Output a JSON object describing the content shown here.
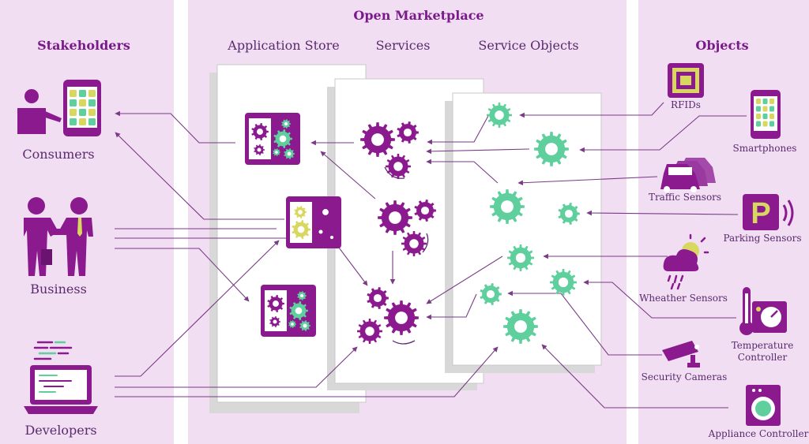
{
  "title": "Open Marketplace",
  "sections": {
    "left": "Stakeholders",
    "right": "Objects"
  },
  "columns": [
    "Application Store",
    "Services",
    "Service Objects"
  ],
  "stakeholders": [
    "Consumers",
    "Business",
    "Developers"
  ],
  "objects": [
    "RFIDs",
    "Smartphones",
    "Traffic Sensors",
    "Parking Sensors",
    "Wheather Sensors",
    "Temperature Controller",
    "Security Cameras",
    "Appliance Controller"
  ],
  "icons": {
    "parking_letter": "P"
  },
  "colors": {
    "panel_bg": "#f1def3",
    "purple": "#8b1a8f",
    "dark_purple": "#5a2a6e",
    "green": "#5fcf9d",
    "yellow": "#d8d860",
    "line": "#7a3a86"
  }
}
